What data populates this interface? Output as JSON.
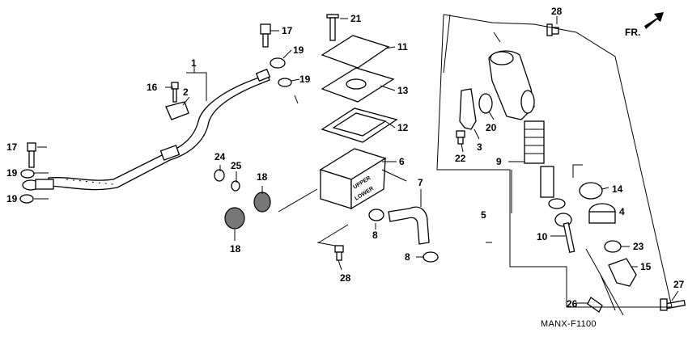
{
  "diagram": {
    "code": "MANX-F1100",
    "direction_label": "FR.",
    "cap_marking_upper": "UPPER",
    "cap_marking_lower": "LOWER",
    "callouts": [
      "1",
      "2",
      "16",
      "17",
      "19",
      "19",
      "17",
      "19",
      "19",
      "21",
      "11",
      "13",
      "12",
      "6",
      "7",
      "8",
      "8",
      "24",
      "25",
      "18",
      "18",
      "28",
      "28",
      "20",
      "3",
      "22",
      "9",
      "14",
      "4",
      "5",
      "10",
      "23",
      "15",
      "26",
      "27"
    ]
  }
}
